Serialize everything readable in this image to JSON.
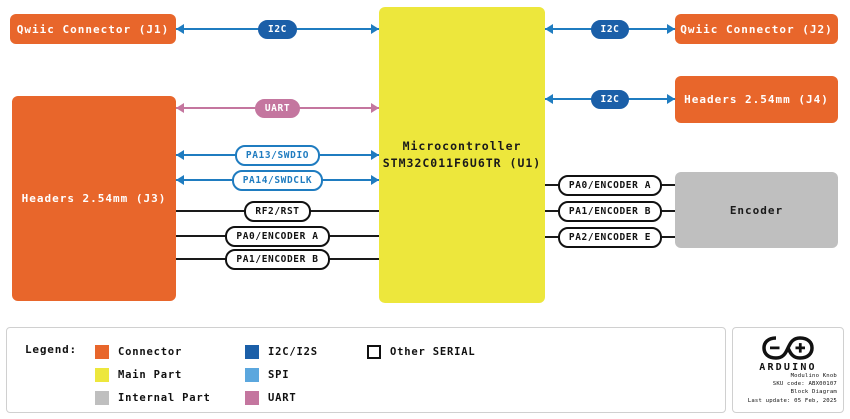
{
  "diagram": {
    "blocks": [
      {
        "id": "j1",
        "label": "Qwiic Connector (J1)",
        "kind": "Connector"
      },
      {
        "id": "j3",
        "label": "Headers 2.54mm (J3)",
        "kind": "Connector"
      },
      {
        "id": "j2",
        "label": "Qwiic Connector (J2)",
        "kind": "Connector"
      },
      {
        "id": "j4",
        "label": "Headers 2.54mm (J4)",
        "kind": "Connector"
      },
      {
        "id": "mcu",
        "label_line1": "Microcontroller",
        "label_line2": "STM32C011F6U6TR (U1)",
        "kind": "Main Part"
      },
      {
        "id": "enc",
        "label": "Encoder",
        "kind": "Internal Part"
      }
    ],
    "connections": [
      {
        "id": "j1-mcu",
        "label": "I2C",
        "bus": "I2C/I2S",
        "style": "filled",
        "arrows": "both"
      },
      {
        "id": "mcu-j2",
        "label": "I2C",
        "bus": "I2C/I2S",
        "style": "filled",
        "arrows": "both"
      },
      {
        "id": "mcu-j4",
        "label": "I2C",
        "bus": "I2C/I2S",
        "style": "filled",
        "arrows": "both"
      },
      {
        "id": "j3-uart",
        "label": "UART",
        "bus": "UART",
        "style": "filled",
        "arrows": "both"
      },
      {
        "id": "j3-swdio",
        "label": "PA13/SWDIO",
        "bus": "SPI",
        "style": "open",
        "arrows": "both"
      },
      {
        "id": "j3-swclk",
        "label": "PA14/SWDCLK",
        "bus": "SPI",
        "style": "open",
        "arrows": "both"
      },
      {
        "id": "j3-rst",
        "label": "RF2/RST",
        "bus": "Other SERIAL",
        "style": "open",
        "arrows": "none"
      },
      {
        "id": "j3-enca",
        "label": "PA0/ENCODER A",
        "bus": "Other SERIAL",
        "style": "open",
        "arrows": "none"
      },
      {
        "id": "j3-encb",
        "label": "PA1/ENCODER B",
        "bus": "Other SERIAL",
        "style": "open",
        "arrows": "none"
      },
      {
        "id": "enc-a",
        "label": "PA0/ENCODER A",
        "bus": "Other SERIAL",
        "style": "open",
        "arrows": "none"
      },
      {
        "id": "enc-b",
        "label": "PA1/ENCODER B",
        "bus": "Other SERIAL",
        "style": "open",
        "arrows": "none"
      },
      {
        "id": "enc-e",
        "label": "PA2/ENCODER E",
        "bus": "Other SERIAL",
        "style": "open",
        "arrows": "none"
      }
    ]
  },
  "legend": {
    "title": "Legend:",
    "columns": [
      [
        {
          "label": "Connector",
          "color": "#E8662B",
          "outline": false
        },
        {
          "label": "Main Part",
          "color": "#EDE73C",
          "outline": false
        },
        {
          "label": "Internal Part",
          "color": "#BFBFBF",
          "outline": false
        }
      ],
      [
        {
          "label": "I2C/I2S",
          "color": "#1B5FA8",
          "outline": false
        },
        {
          "label": "SPI",
          "color": "#5BA7DE",
          "outline": false
        },
        {
          "label": "UART",
          "color": "#C4769F",
          "outline": false
        }
      ],
      [
        {
          "label": "Other SERIAL",
          "color": "#FFFFFF",
          "outline": true
        }
      ]
    ]
  },
  "info": {
    "brand": "ARDUINO",
    "product": "Modulino Knob",
    "sku": "SKU code: ABX00107",
    "doc_type": "Block Diagram",
    "last_update": "Last update: 05 Feb, 2025"
  },
  "colors": {
    "connector": "#E8662B",
    "main_part": "#EDE73C",
    "internal_part": "#BFBFBF",
    "i2c": "#1B5FA8",
    "i2c_line": "#1F7CC0",
    "spi": "#5BA7DE",
    "uart": "#C4769F",
    "serial": "#111111"
  }
}
